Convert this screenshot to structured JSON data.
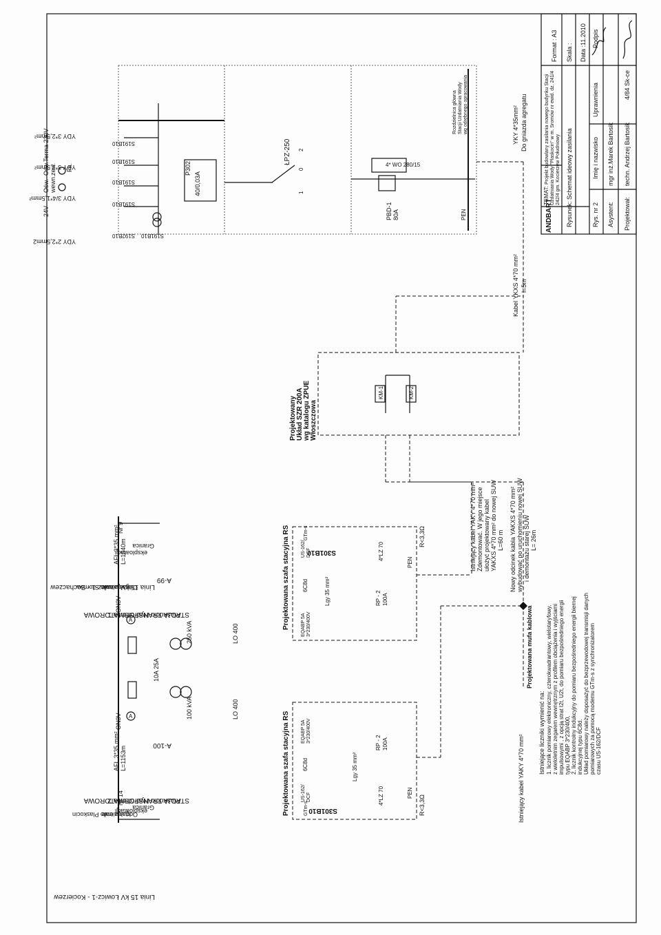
{
  "upper_right": {
    "voltage_24v": "24V",
    "osw_wewn": [
      "Ośw.",
      "wewn."
    ],
    "osw_zew": [
      "Ośw.",
      "zew."
    ],
    "terma": "Terma 230V",
    "fk": "Fk.",
    "cable_ydy_2x25": "YDY 2*2,5mm2",
    "cable_ydy_34x15": "YDY 3/4*1,5mm²",
    "cable_ydy_3x25_a": "YDY 3*2,5mm²",
    "cable_ydy_3x25_b": "YDY 3*2,5mm²",
    "s192b10": "S192B10",
    "s191b10_a": "S191B10",
    "s191b10_b": "S191B10",
    "s191b10_c": "S191B10",
    "s191b10_d": "S191B10",
    "s191b10_e": "S191B10",
    "p302": "P302",
    "p302_rating": "40/0,03A",
    "lpz": "ŁPZ-250",
    "lpz_pos": [
      "1",
      "0",
      "2"
    ],
    "pbd": "PBD-1",
    "pbd_rating": "80A",
    "wo": "4* WO 280/15",
    "pen": "PEN",
    "rozdzielnica": [
      "Rozdzielnica główna",
      "Stacji Uzdatniania Wody",
      "wg odrębnego opracowania"
    ],
    "yky": "YKY 4*35mm²",
    "do_gniazda": "Do gniazda agregatu"
  },
  "szr": {
    "title": [
      "Projektowany",
      "Układ SZR 200A",
      "wg katalogu ZPUE",
      "Włoszczowa"
    ],
    "km1": "KM-1",
    "km2": "KM-2",
    "kabel": "Kabel YKXS 4*70 mm²",
    "kabel_len": "l=5m"
  },
  "left_station": {
    "linia": "Linia 15 kV Łowicz-1 - Kocierzew",
    "nr": "Nr 14",
    "granica": [
      "Granica",
      "eksploatacji"
    ],
    "odgalezienie": [
      "Odgałęzienie",
      "stacja trafo Plaskocin"
    ],
    "afl": "AFL 3*35 mm²",
    "afl_len": "L=1153m",
    "on3v": "ON3V",
    "ammeter": "A",
    "kva": "100 kVA",
    "lo": "LO 400",
    "station": [
      "STACJA TRANSFORMATOROWA",
      "Plaskocin Hydrofornia 2",
      "A-100"
    ],
    "szafa": "Projektowana szafa stacyjna RS",
    "s301": "S301B10",
    "rp2": "RP - 2",
    "rp2_rating": "100A",
    "lz": "4*LZ 70",
    "pen": "PEN",
    "r": "R<3,3Ω",
    "eqabp": [
      "EQABP 5A",
      "3*230/400V"
    ],
    "c8": "6C8d",
    "us": [
      "US-162/",
      "DCF"
    ],
    "gtm": "GTm-s",
    "lgy": "Lgy 35 mm²",
    "istniejacy": "Istniejący kabel YAKY 4*70 mm²",
    "mufa": "Projektowana mufa kablowa"
  },
  "right_station": {
    "linia": "Linia 15 kV Łowicz-1 - Sochaczew",
    "nr": "Nr 9",
    "granica": [
      "Granica",
      "eksploatacji"
    ],
    "odgalezienie": [
      "Odgałęzienie",
      "stacja trafo Sromów"
    ],
    "afl": "AFL 3*35 mm²",
    "afl_len": "L=1040m",
    "on3v": "ON3V",
    "ammeter": "A",
    "fuse": "10A 25A",
    "kva": "250 kVA",
    "lo": "LO 400",
    "station": [
      "STACJA TRANSFORMATOROWA",
      "Plaskocin Hydrofornia 1",
      "A-99"
    ],
    "szafa": "Projektowana szafa stacyjna RS",
    "s301": "S301B10",
    "rp2": "RP - 2",
    "rp2_rating": "100A",
    "lz": "4*LZ 70",
    "pen": "PEN",
    "r": "R<3,3Ω",
    "eqabp": [
      "EQABP 5A",
      "3*230/400V"
    ],
    "c8": "6C8d",
    "us": [
      "US-162/",
      "DCF"
    ],
    "gtm": "GTm-s",
    "lgy": "Lgy 35 mm²",
    "istniejacy": [
      "Istniejący kabel YAKY 4*70 mm²",
      "Zdemontować. W jego miejsce",
      "ułożyć projektowany kabel",
      "YAKXS 4*70 mm² do nowej SUW",
      "L=60 m"
    ],
    "nowy": [
      "Nowy odcinek kabla YAKXS 4*70 mm²",
      "wybudować po uruchomieniu nowej SUW",
      "i demontażu starej SUW",
      "L= 26m"
    ]
  },
  "notes": {
    "heading": "Istniejące liczniki wymienić na:",
    "lines": [
      "1. licznik pomiarowy elektroniczny, czterokwadrantowy, wielotaryfowy,",
      "z wieloletnim zegarem wewnętrznym z profilem obciążenia i wyjściami",
      "impulsowymi , z opcją strat I2t, U2t, do pomiaru bezpośredniego energii",
      "typu EQABP 3*230/400,",
      "2. licznik kontrolny indukcyjny do pomiaru bezpośredniego energii biernej",
      "indukcyjnej typu 6C8d.",
      "Układ pomiarowy należy doposażyć do bezprzewodowej transmisji danych",
      "pomiarowych za pomocą modemu GTm-s z synchronizatorem",
      "czasu US-162/DCF"
    ]
  },
  "title_block": {
    "firm": "ANDBART",
    "temat_label": "TEMAT:",
    "temat": [
      "Projekt budowlany zasilania nowego budynku Stacji",
      "Uzdatniania Wody \"Plaskocin\" w m. Sromów nr ewid. dz. 241/4",
      "242/4 gm. Kocierzew Południowy"
    ],
    "format": "Format : A3",
    "skala": "Skala :",
    "data": "Data :11.2010",
    "rysunek": "Rysunek: Schemat ideowy zasilania",
    "rys_nr": "Rys. nr  2",
    "imie": "Imię i nazwisko",
    "uprawnienia": "Uprawnienia",
    "podpis": "Podpis",
    "asystent": "Asystent:",
    "asystent_name": "mgr inż.Marek Bartosik",
    "projektowal": "Projektował:",
    "projektowal_name": "techn. Andrzej Bartosik",
    "uprawnienia_nr": "4/84 Sk-ce"
  }
}
